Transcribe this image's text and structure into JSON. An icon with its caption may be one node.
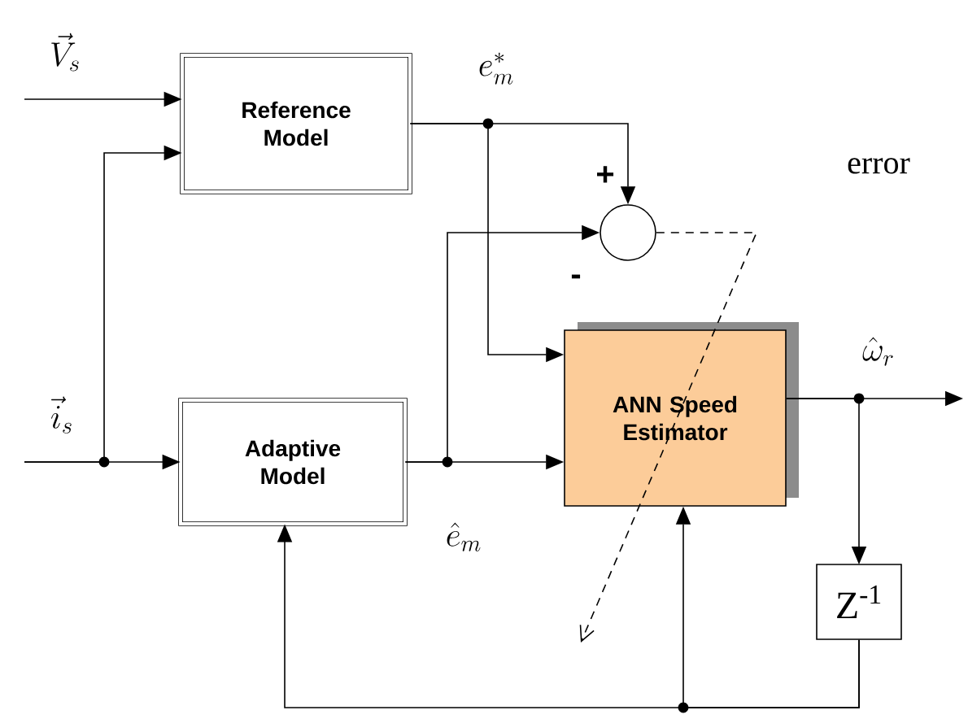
{
  "diagram": {
    "nodes": [
      {
        "text": [
          "Reference Model"
        ]
      },
      {
        "text": [
          "Adaptive Model"
        ]
      },
      {
        "text": [],
        "shape": "circle"
      },
      {
        "text": [
          "ANN Speed Estimator"
        ]
      },
      {
        "text": [
          "Z$^{-1}$"
        ]
      }
    ],
    "edges": [
      {
        "from": null,
        "to": 0,
        "arrow": "to"
      },
      {
        "from": null,
        "to": 1,
        "arrow": "to"
      },
      {
        "from": null,
        "to": 0,
        "arrow": "to"
      },
      {
        "from": 0,
        "to": 2,
        "arrow": "to"
      },
      {
        "from": 0,
        "to": 3,
        "arrow": "to"
      },
      {
        "from": 1,
        "to": 2,
        "arrow": "to"
      },
      {
        "from": 1,
        "to": 3,
        "arrow": "to"
      },
      {
        "from": 2,
        "to": null,
        "arrow": "to",
        "style": "dashed"
      },
      {
        "from": 3,
        "to": null,
        "arrow": "to"
      },
      {
        "from": 3,
        "to": 4,
        "arrow": "to"
      },
      {
        "from": 4,
        "to": 3,
        "arrow": "to"
      },
      {
        "from": 4,
        "to": 1,
        "arrow": "to"
      }
    ],
    "labels": [
      "\\vec{V}_s",
      "e_m^{*}",
      "+",
      "error",
      "-",
      "\\hat{\\omega}_r",
      "\\vec{i}_s",
      "\\hat{e}_m"
    ]
  }
}
